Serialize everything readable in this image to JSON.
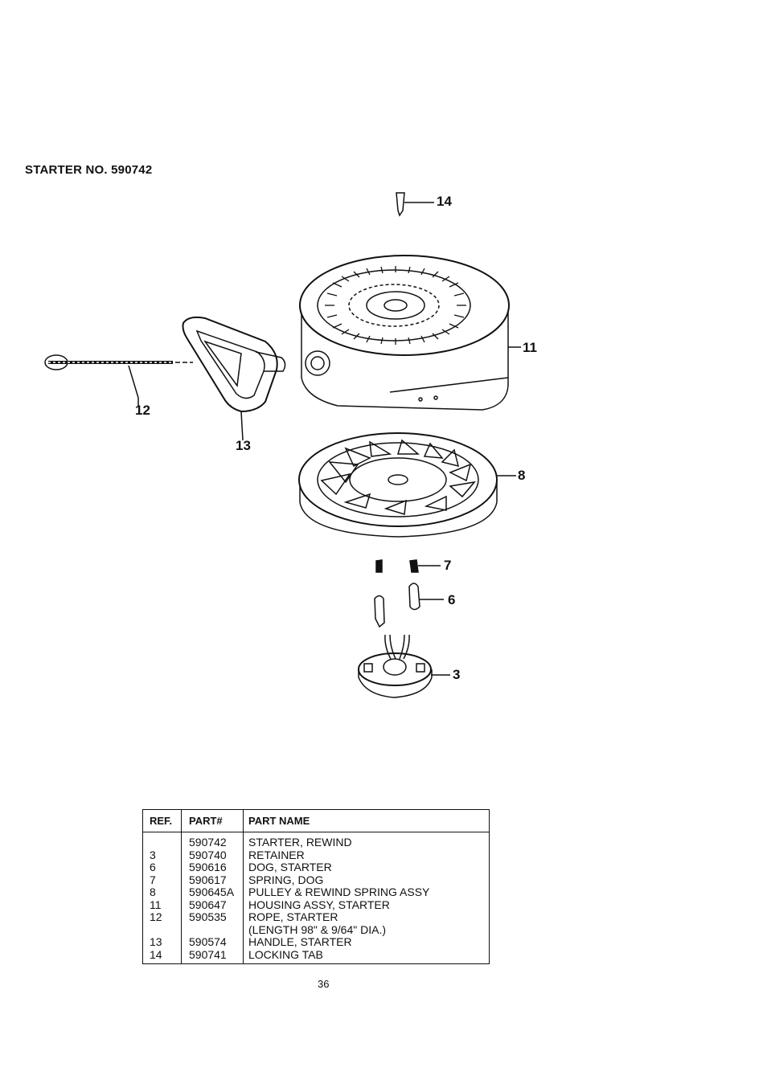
{
  "title": "STARTER NO. 590742",
  "callouts": {
    "c14": "14",
    "c11": "11",
    "c12": "12",
    "c13": "13",
    "c8": "8",
    "c7": "7",
    "c6": "6",
    "c3": "3"
  },
  "table": {
    "headers": {
      "ref": "REF.",
      "part": "PART#",
      "name": "PART NAME"
    },
    "rows": [
      {
        "ref": "",
        "part": "590742",
        "name": "STARTER, REWIND"
      },
      {
        "ref": "3",
        "part": "590740",
        "name": "RETAINER"
      },
      {
        "ref": "6",
        "part": "590616",
        "name": "DOG, STARTER"
      },
      {
        "ref": "7",
        "part": "590617",
        "name": "SPRING, DOG"
      },
      {
        "ref": "8",
        "part": "590645A",
        "name": "PULLEY & REWIND SPRING ASSY"
      },
      {
        "ref": "11",
        "part": "590647",
        "name": "HOUSING ASSY, STARTER"
      },
      {
        "ref": "12",
        "part": "590535",
        "name": "ROPE, STARTER"
      },
      {
        "ref": "",
        "part": "",
        "name": "(LENGTH 98\" & 9/64\" DIA.)"
      },
      {
        "ref": "13",
        "part": "590574",
        "name": "HANDLE, STARTER"
      },
      {
        "ref": "14",
        "part": "590741",
        "name": "LOCKING TAB"
      }
    ]
  },
  "page_number": "36"
}
